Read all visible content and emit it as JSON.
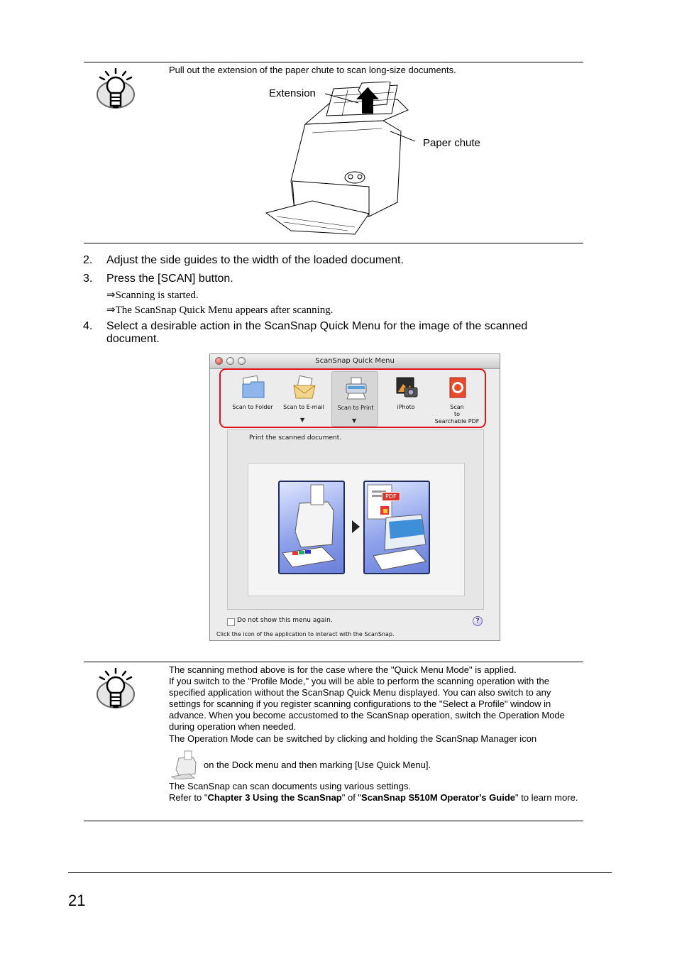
{
  "hint1": {
    "text": "Pull out the extension of the paper chute to scan long-size documents.",
    "label_extension": "Extension",
    "label_paper_chute": "Paper chute"
  },
  "steps": [
    {
      "num": "2.",
      "text": "Adjust the side guides to the width of the loaded document."
    },
    {
      "num": "3.",
      "text": "Press the [SCAN] button."
    },
    {
      "num": "4.",
      "text": "Select a desirable action in the ScanSnap Quick Menu for the image of the scanned document."
    }
  ],
  "step3_results": [
    "⇒Scanning is started.",
    "⇒The ScanSnap Quick Menu appears after scanning."
  ],
  "quick_menu": {
    "title": "ScanSnap Quick Menu",
    "tools": [
      {
        "label": "Scan to Folder",
        "icon": "folder-icon"
      },
      {
        "label": "Scan to E-mail",
        "icon": "email-icon"
      },
      {
        "label": "Scan to Print",
        "icon": "printer-icon"
      },
      {
        "label": "iPhoto",
        "icon": "iphoto-icon"
      },
      {
        "label": "Scan\nto\nSearchable PDF",
        "icon": "searchable-pdf-icon"
      }
    ],
    "selected_tool_index": 2,
    "description": "Print the scanned document.",
    "pdf_badge": "PDF",
    "checkbox_label": "Do not show this menu again.",
    "checkbox_checked": false,
    "help_symbol": "?",
    "footer": "Click the icon of the application to interact with the ScanSnap."
  },
  "hint2": {
    "line1": "The scanning method above is for the case where the \"Quick Menu Mode\" is applied.",
    "para2": "If you switch to the \"Profile Mode,\" you will be able to perform the scanning operation with the specified application without the ScanSnap Quick Menu displayed. You can also switch to any settings for scanning if you register scanning configurations to the \"Select a Profile\" window in advance. When you become accustomed to the ScanSnap operation, switch the Operation Mode during operation when needed.",
    "para3": "The Operation Mode can be switched by clicking and holding the ScanSnap Manager icon",
    "dock_text": "on the Dock menu and then marking [Use Quick Menu].",
    "para4": "The ScanSnap can scan documents using various settings.",
    "ref_prefix": "Refer to \"",
    "ref_chapter": "Chapter 3 Using the ScanSnap",
    "ref_mid": "\" of \"",
    "ref_guide": "ScanSnap S510M Operator's Guide",
    "ref_suffix": "\" to learn more."
  },
  "page_number": "21",
  "colors": {
    "highlight_red": "#e0141b",
    "pdf_red": "#d8342a"
  }
}
